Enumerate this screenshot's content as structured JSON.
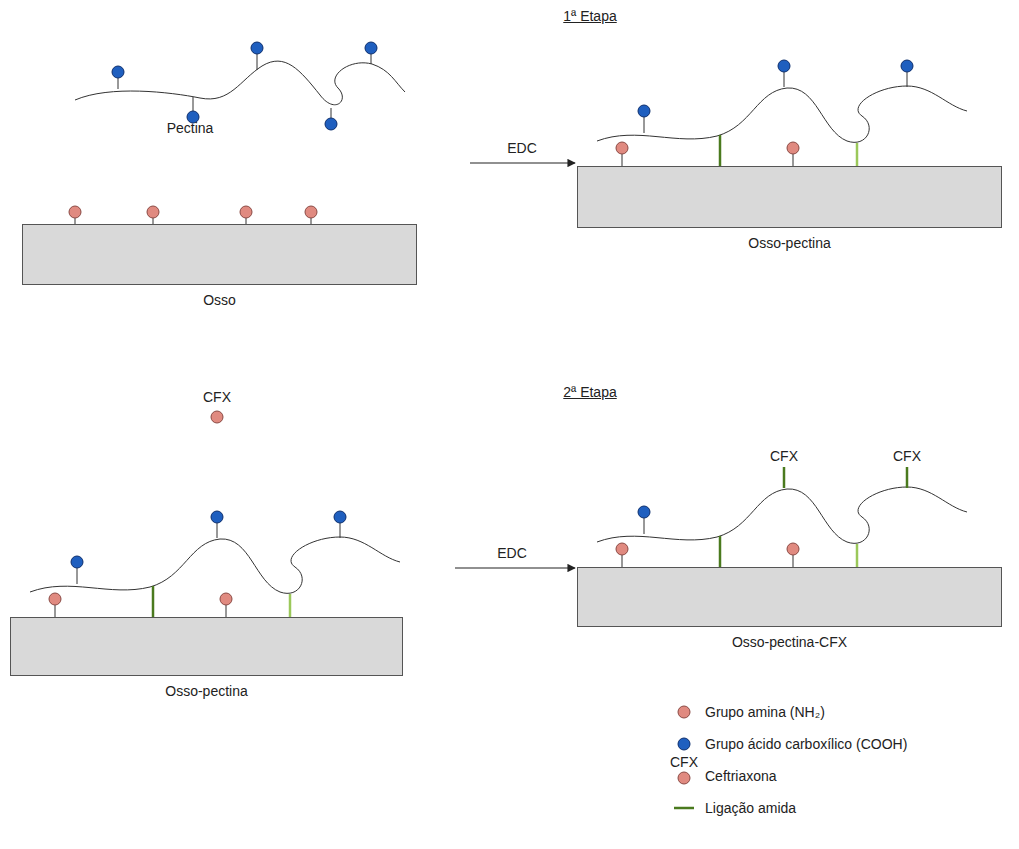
{
  "diagram": {
    "nodes": [
      {
        "text": [
          "Osso"
        ]
      },
      {
        "text": [
          "Osso-pectina"
        ]
      },
      {
        "text": [
          "Osso-pectina"
        ]
      },
      {
        "text": [
          "Osso-pectina-CFX"
        ]
      }
    ],
    "labels": [
      "1ª Etapa",
      "Pectina",
      "EDC",
      "2ª Etapa",
      "CFX",
      "EDC",
      "CFX",
      "CFX",
      "CFX"
    ],
    "legend": [
      {
        "text": "Grupo amina (NH₂)",
        "color": "#e08a80"
      },
      {
        "text": "Grupo ácido carboxílico (COOH)",
        "color": "#1f5fbf"
      },
      {
        "text": "Ceftriaxona"
      },
      {
        "text": "Ligação amida"
      }
    ]
  }
}
